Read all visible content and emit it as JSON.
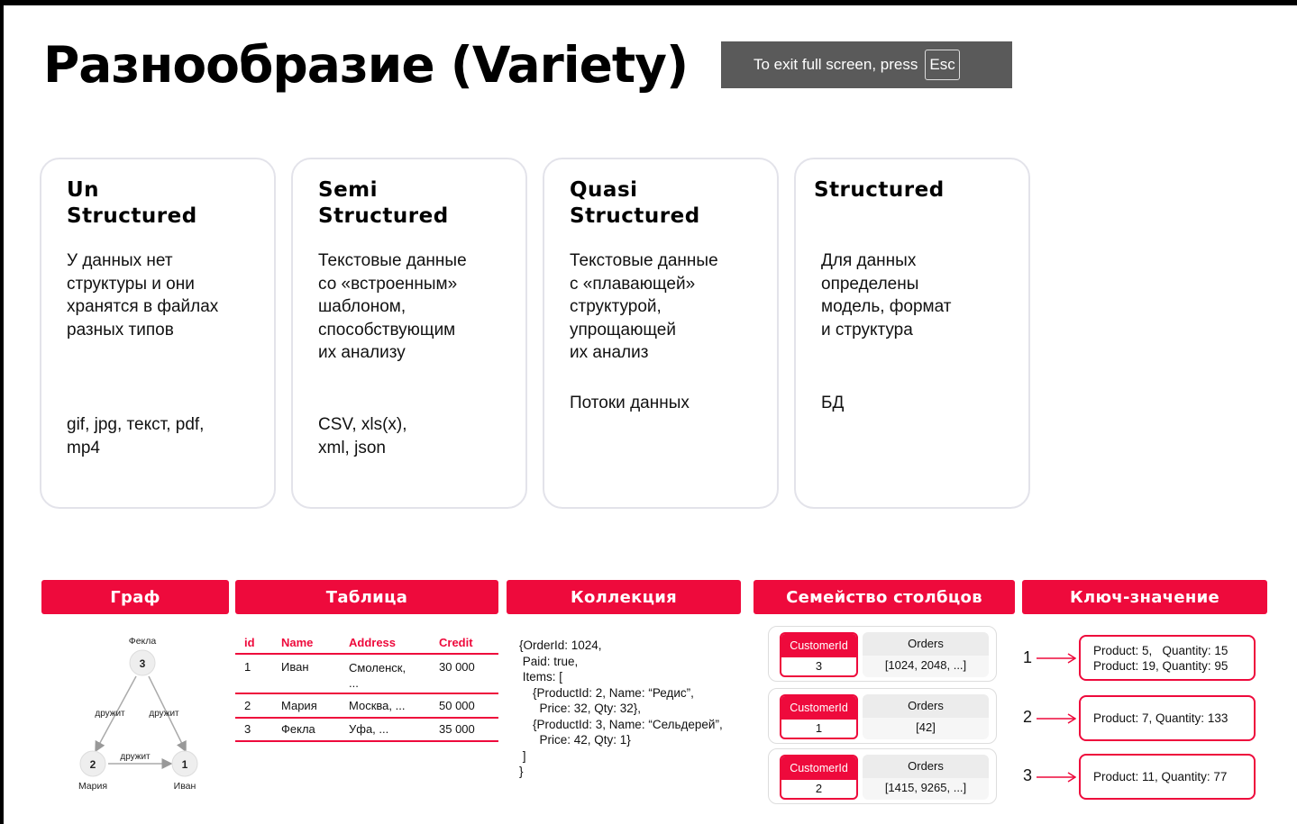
{
  "title": "Разнообразие (Variety)",
  "fullscreen_toast": {
    "text": "To exit full screen, press",
    "key": "Esc"
  },
  "cards": [
    {
      "title": "Un\nStructured",
      "desc": "У данных нет\nструктуры и они\nхранятся в файлах\nразных типов",
      "examples": "gif, jpg, текст, pdf,\nmp4"
    },
    {
      "title": "Semi\nStructured",
      "desc": "Текстовые данные\nсо «встроенным»\nшаблоном,\nспособствующим\nих анализу",
      "examples": "CSV, xls(x),\nxml, json"
    },
    {
      "title": "Quasi\nStructured",
      "desc": "Текстовые данные\nс «плавающей»\nструктурой,\nупрощающей\nих анализ",
      "examples": "Потоки данных"
    },
    {
      "title": "Structured",
      "desc": "Для данных\nопределены\nмодель, формат\nи структура",
      "examples": "БД"
    }
  ],
  "sections": {
    "graph": "Граф",
    "table": "Таблица",
    "collection": "Коллекция",
    "column_family": "Семейство столбцов",
    "key_value": "Ключ-значение"
  },
  "graph": {
    "nodes": [
      {
        "id": "3",
        "name": "Фекла"
      },
      {
        "id": "2",
        "name": "Мария"
      },
      {
        "id": "1",
        "name": "Иван"
      }
    ],
    "edge_label": "дружит"
  },
  "table": {
    "columns": [
      "id",
      "Name",
      "Address",
      "Credit"
    ],
    "rows": [
      {
        "id": "1",
        "name": "Иван",
        "address": "Смоленск,\n...",
        "credit": "30 000"
      },
      {
        "id": "2",
        "name": "Мария",
        "address": "Москва, ...",
        "credit": "50 000"
      },
      {
        "id": "3",
        "name": "Фекла",
        "address": "Уфа, ...",
        "credit": "35 000"
      }
    ]
  },
  "collection": {
    "text": "{OrderId: 1024,\n Paid: true,\n Items: [\n    {ProductId: 2, Name: “Редис”,\n      Price: 32, Qty: 32},\n    {ProductId: 3, Name: “Сельдерей”,\n      Price: 42, Qty: 1}\n ]\n}"
  },
  "column_family": {
    "key_header": "CustomerId",
    "value_header": "Orders",
    "rows": [
      {
        "key": "3",
        "value": "[1024, 2048, ...]"
      },
      {
        "key": "1",
        "value": "[42]"
      },
      {
        "key": "2",
        "value": "[1415, 9265, ...]"
      }
    ]
  },
  "key_value": {
    "items": [
      {
        "key": "1",
        "value": "Product: 5,   Quantity: 15\nProduct: 19, Quantity: 95"
      },
      {
        "key": "2",
        "value": "Product: 7, Quantity: 133"
      },
      {
        "key": "3",
        "value": "Product: 11, Quantity: 77"
      }
    ]
  },
  "colors": {
    "accent": "#ee0a3c",
    "card_border": "#e3e3ea",
    "toast_bg": "#5a5a5a"
  }
}
